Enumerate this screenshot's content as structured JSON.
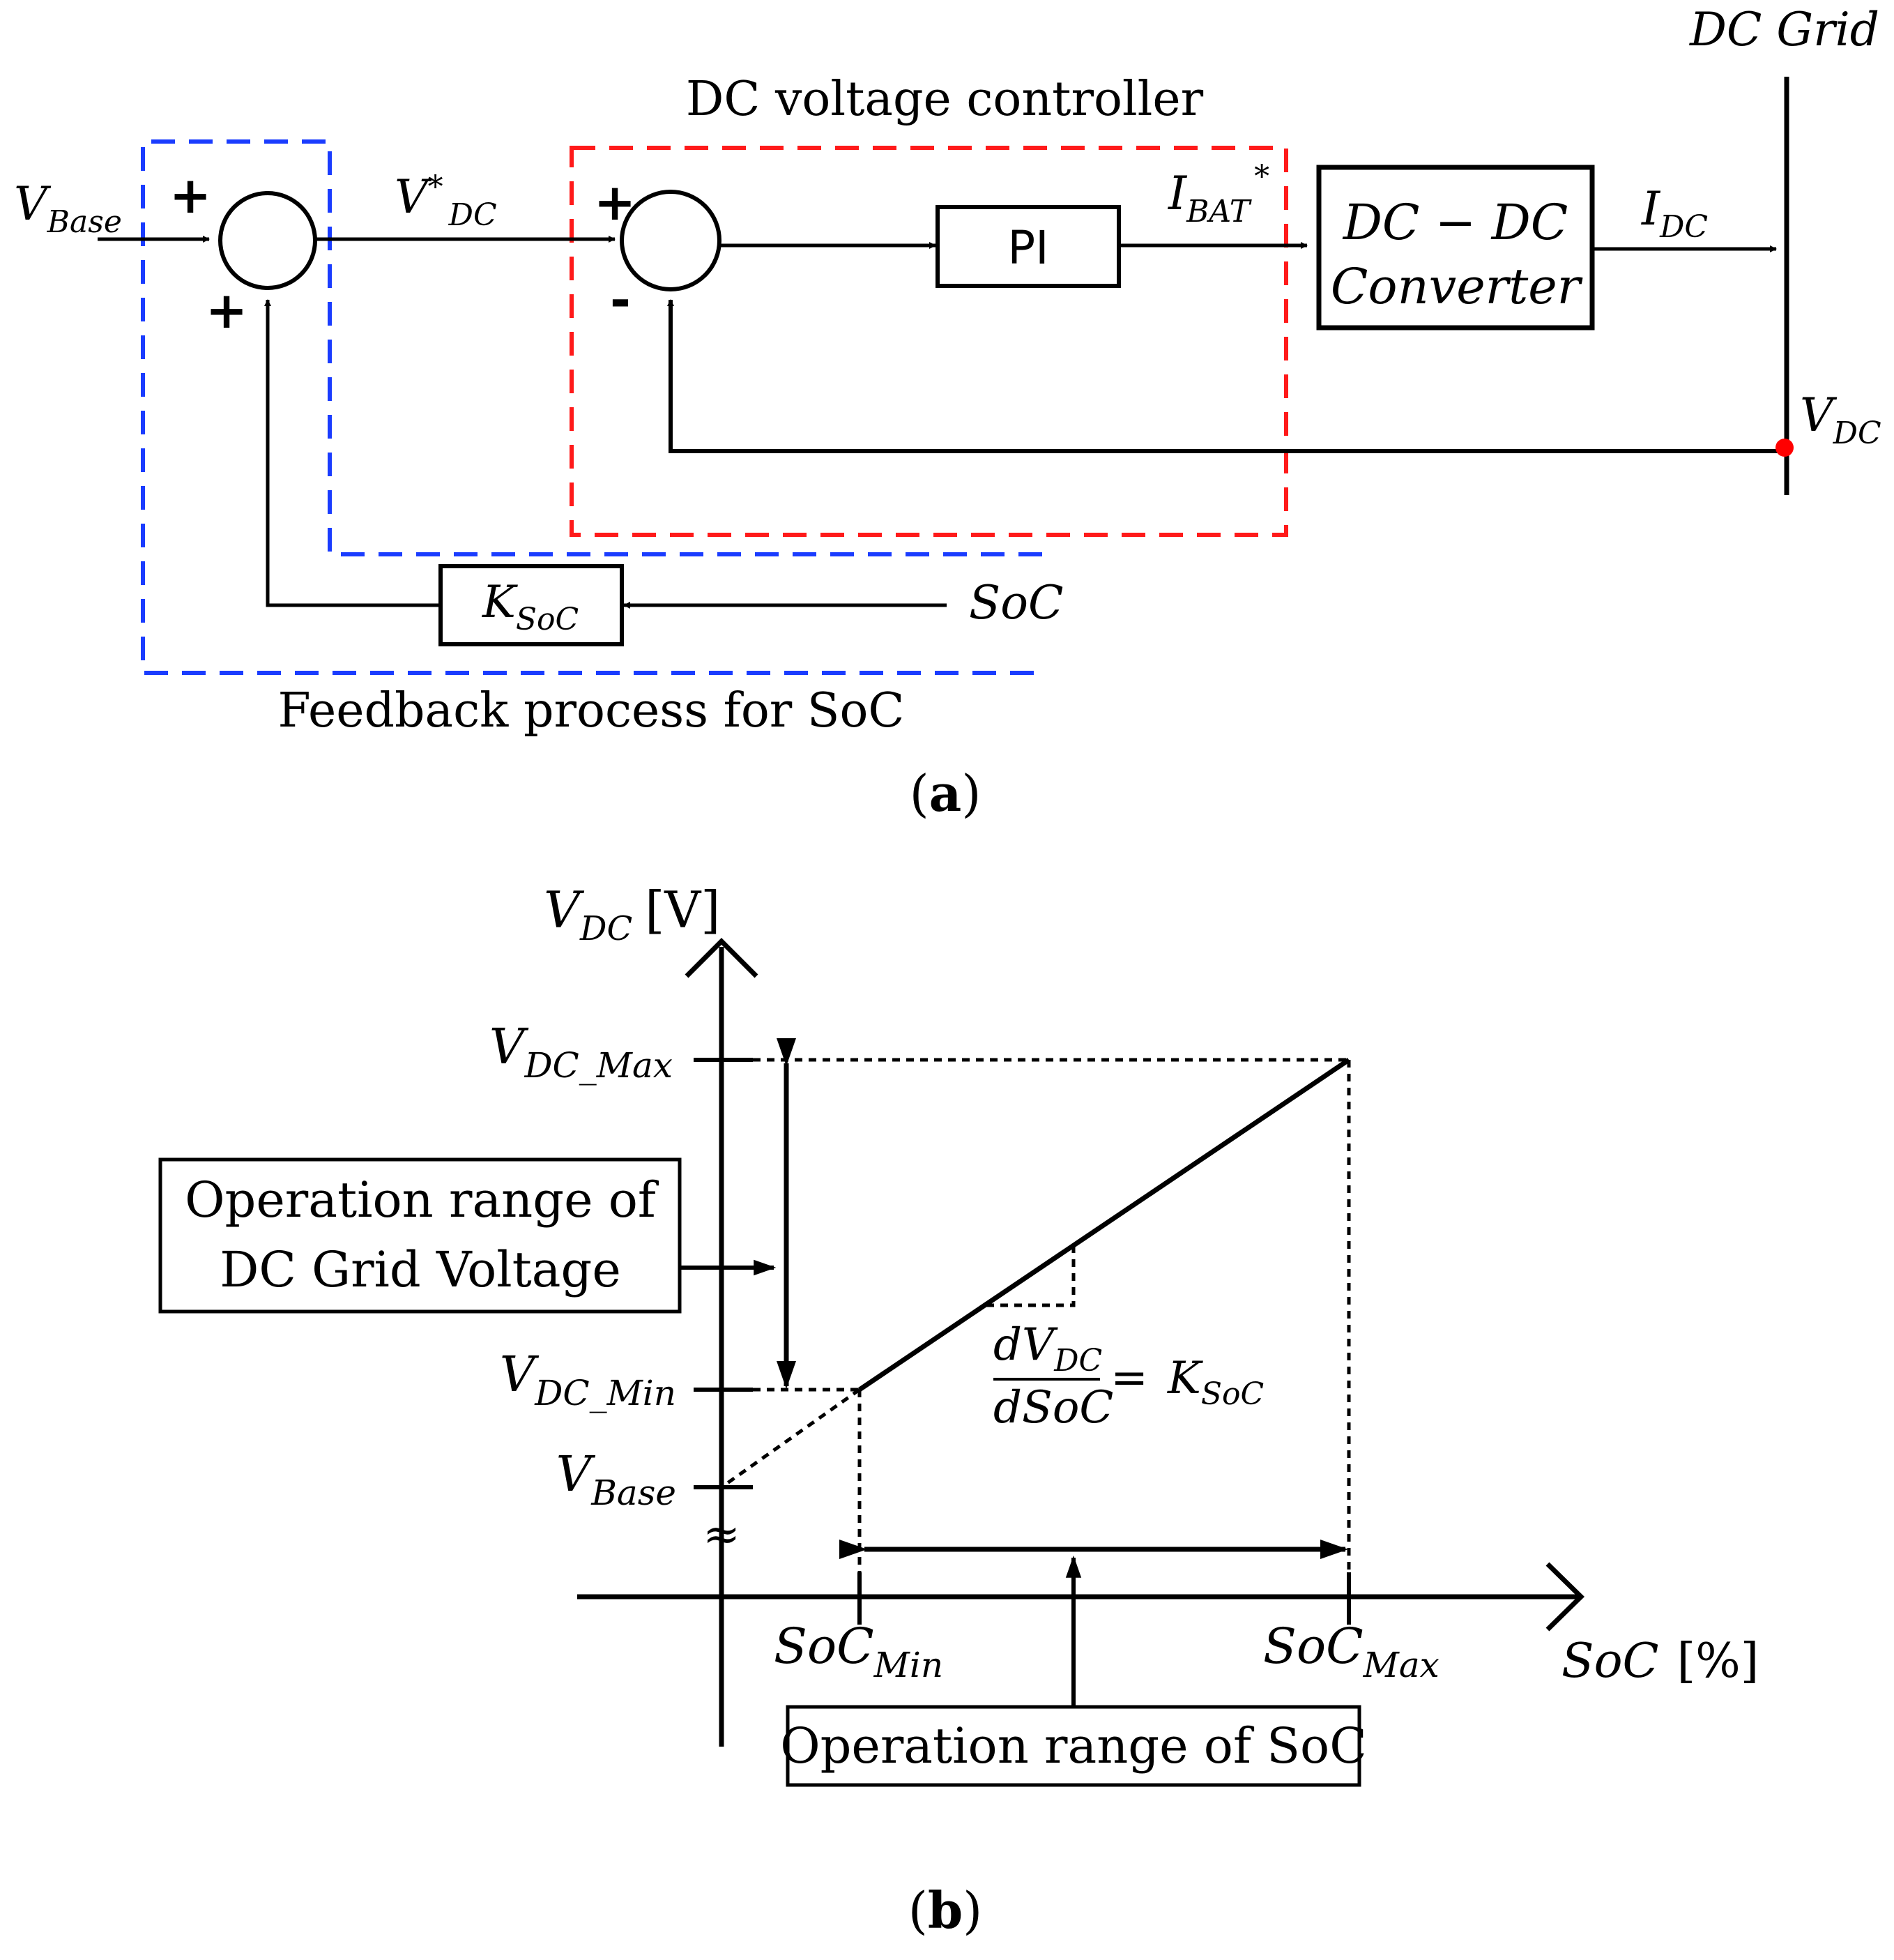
{
  "colors": {
    "ink": "#000000",
    "controller_box": "#ff1a1a",
    "feedback_box": "#1a3cff",
    "node": "#ff0000"
  },
  "diagram_a": {
    "caption": "(a)",
    "caption_letter": "a",
    "grid_label": "DC Grid",
    "controller_title": "DC voltage controller",
    "feedback_title": "Feedback process for SoC",
    "input": {
      "main": "V",
      "sub": "Base"
    },
    "ref_signal": {
      "main": "V",
      "sup": "*",
      "sub": "DC"
    },
    "current_ref": {
      "main": "I",
      "sub": "BAT",
      "sup": "*"
    },
    "output_current": {
      "main": "I",
      "sub": "DC"
    },
    "grid_voltage": {
      "main": "V",
      "sub": "DC"
    },
    "soc_input": "SoC",
    "gain_block": {
      "main": "K",
      "sub": "SoC"
    },
    "pi_block": "PI",
    "converter_line1": "DC  − DC",
    "converter_line2": "Converter",
    "sum1_sign_top": "+",
    "sum1_sign_bottom": "+",
    "sum2_sign_top": "+",
    "sum2_sign_bottom": "-"
  },
  "diagram_b": {
    "caption": "(b)",
    "caption_letter": "b",
    "y_axis_label": {
      "main": "V",
      "sub": "DC",
      "unit": "[V]"
    },
    "x_axis_label": {
      "main": "SoC",
      "unit": "[%]"
    },
    "vdc_max": {
      "main": "V",
      "sub": "DC_Max"
    },
    "vdc_min": {
      "main": "V",
      "sub": "DC_Min"
    },
    "vbase": {
      "main": "V",
      "sub": "Base"
    },
    "axis_break": "≈",
    "soc_min": {
      "main": "SoC",
      "sub": "Min"
    },
    "soc_max": {
      "main": "SoC",
      "sub": "Max"
    },
    "voltage_range_box": [
      "Operation range of",
      "DC Grid Voltage"
    ],
    "soc_range_box": "Operation range of SoC",
    "slope": {
      "num_main": "dV",
      "num_sub": "DC",
      "den": "dSoC",
      "eq": "=",
      "k_main": "K",
      "k_sub": "SoC"
    }
  }
}
